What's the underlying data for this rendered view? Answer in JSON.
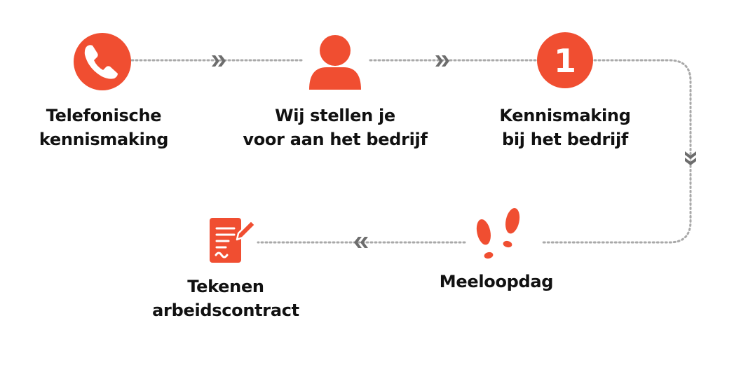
{
  "colors": {
    "accent": "#f04e31",
    "connector": "#a9a9a9",
    "chevron": "#6d6d6d",
    "text": "#111111"
  },
  "steps": [
    {
      "icon": "phone-icon",
      "lines": [
        "Telefonische",
        "kennismaking"
      ]
    },
    {
      "icon": "person-icon",
      "lines": [
        "Wij stellen je",
        "voor aan het bedrijf"
      ]
    },
    {
      "icon": "number-one-icon",
      "badge": "1",
      "lines": [
        "Kennismaking",
        "bij het bedrijf"
      ]
    },
    {
      "icon": "footprints-icon",
      "lines": [
        "Meeloopdag"
      ]
    },
    {
      "icon": "contract-signing-icon",
      "lines": [
        "Tekenen",
        "arbeidscontract"
      ]
    }
  ]
}
